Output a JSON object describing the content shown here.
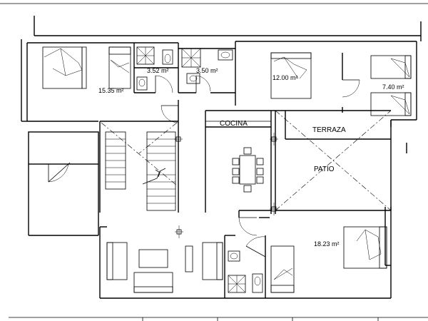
{
  "rooms": {
    "bedroom_left_area": "15.35 m²",
    "bath_one_area": "3.52 m²",
    "bath_two_area": "3.50 m²",
    "bedroom_center_area": "12.00 m²",
    "bedroom_right_area": "7.40 m²",
    "bedroom_lower_area": "18.23 m²"
  },
  "labels": {
    "kitchen": "COCINA",
    "terrace": "TERRAZA",
    "patio": "PATIO"
  }
}
